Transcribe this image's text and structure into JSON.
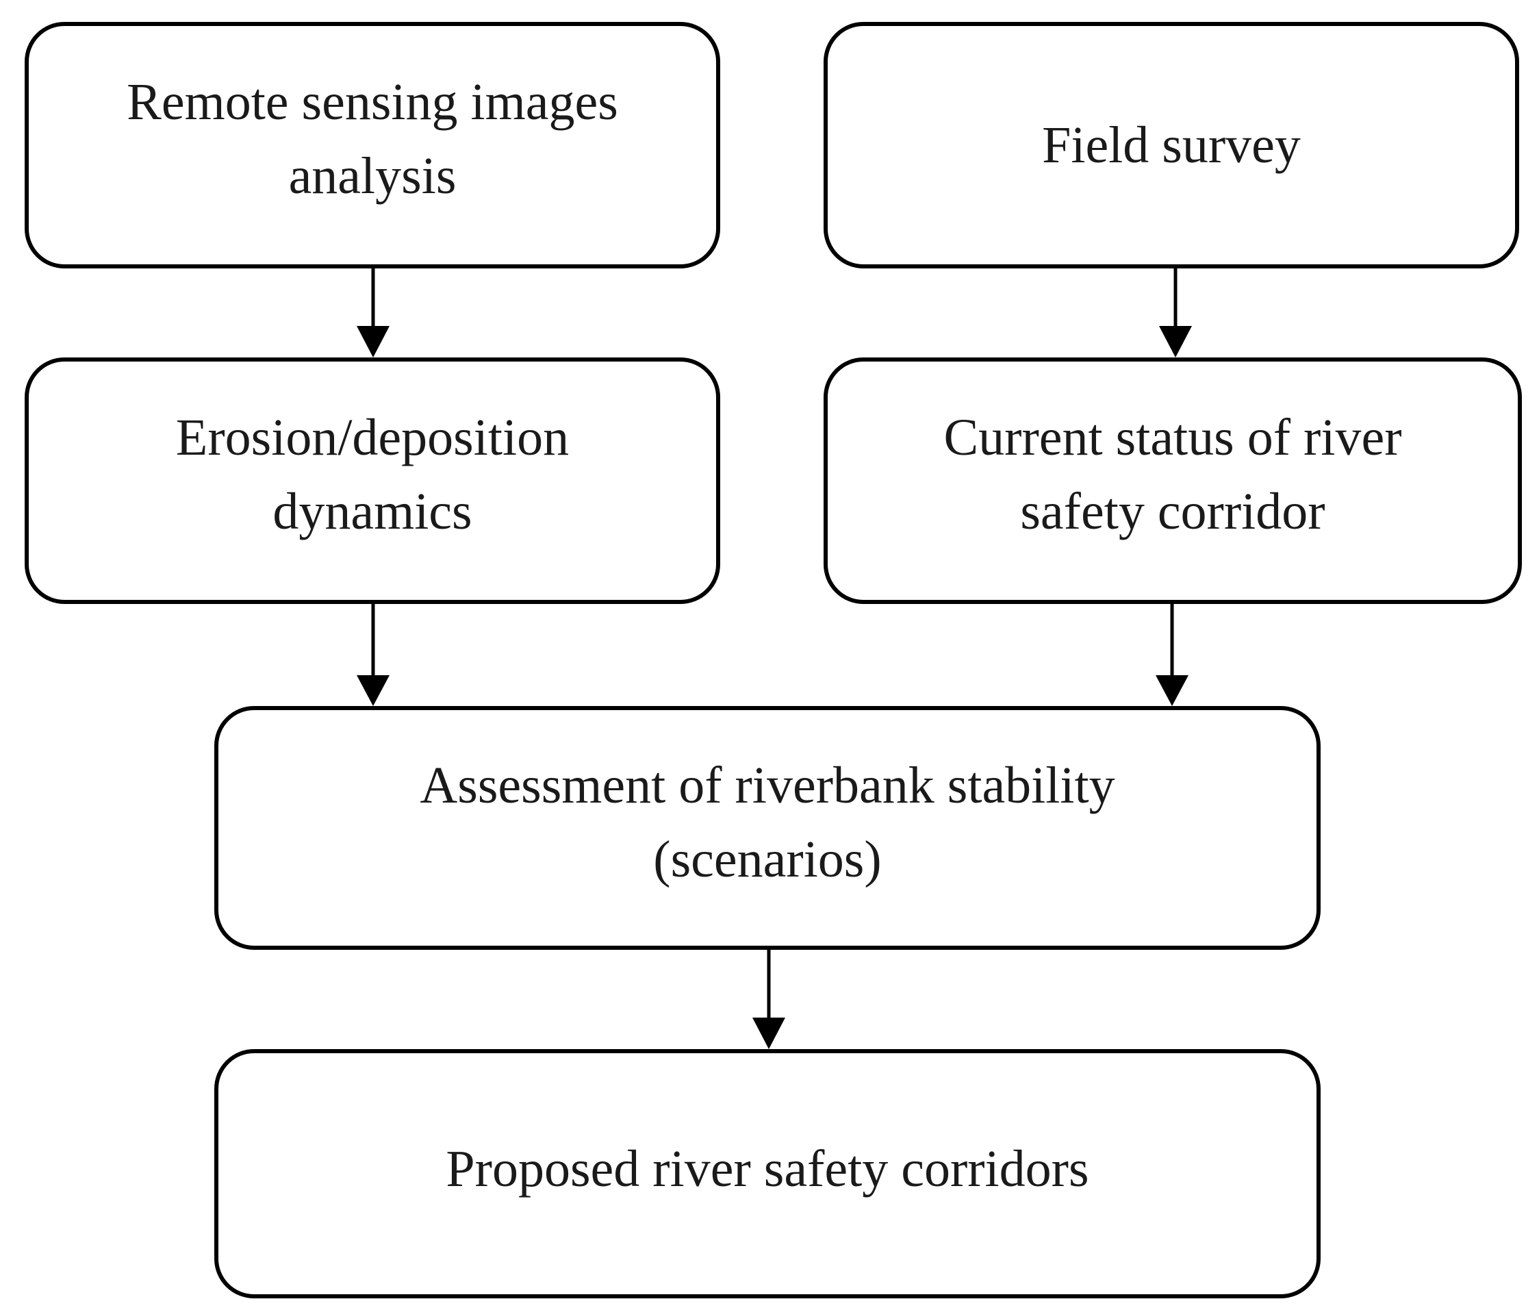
{
  "diagram": {
    "nodes": {
      "remote_sensing": "Remote sensing images\nanalysis",
      "field_survey": "Field survey",
      "erosion": "Erosion/deposition\ndynamics",
      "current_status": "Current  status of river\nsafety corridor",
      "assessment": "Assessment of riverbank stability\n(scenarios)",
      "proposed": "Proposed river safety corridors"
    },
    "edges": [
      [
        "remote_sensing",
        "erosion"
      ],
      [
        "field_survey",
        "current_status"
      ],
      [
        "erosion",
        "assessment"
      ],
      [
        "current_status",
        "assessment"
      ],
      [
        "assessment",
        "proposed"
      ]
    ]
  }
}
